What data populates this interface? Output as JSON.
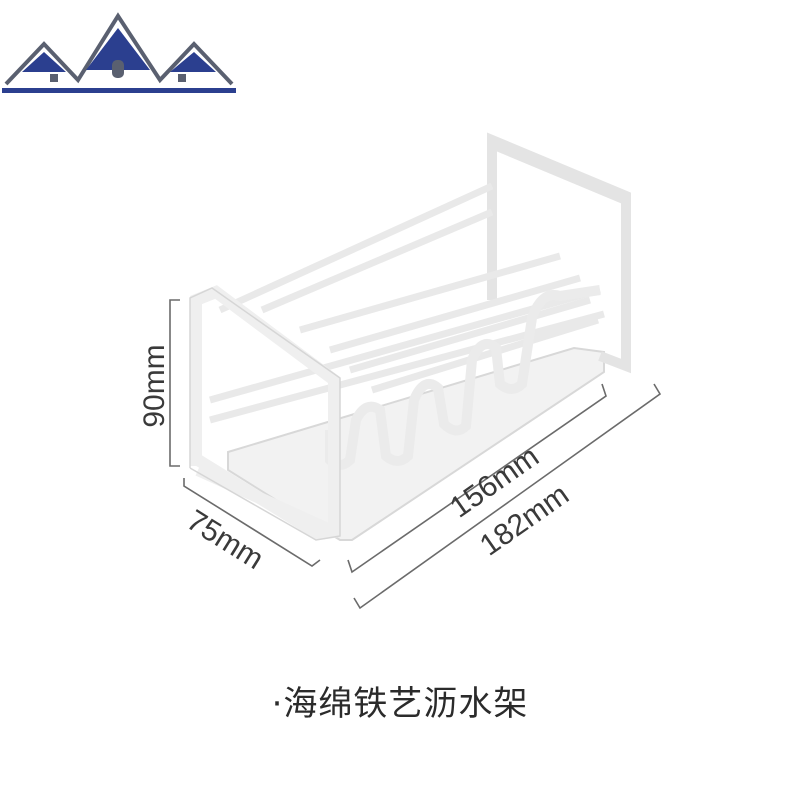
{
  "logo": {
    "icon": "house-roof-logo",
    "colors": {
      "roof": "#2b3f8f",
      "outline": "#5a6070",
      "base": "#2b3f8f"
    }
  },
  "dimensions": {
    "height": "90mm",
    "depth": "75mm",
    "inner_length": "156mm",
    "outer_length": "182mm"
  },
  "caption": "·海绵铁艺沥水架",
  "colors": {
    "line": "#6b6b6b",
    "product": "#f7f7f7",
    "shadow": "#cfcfcf"
  }
}
